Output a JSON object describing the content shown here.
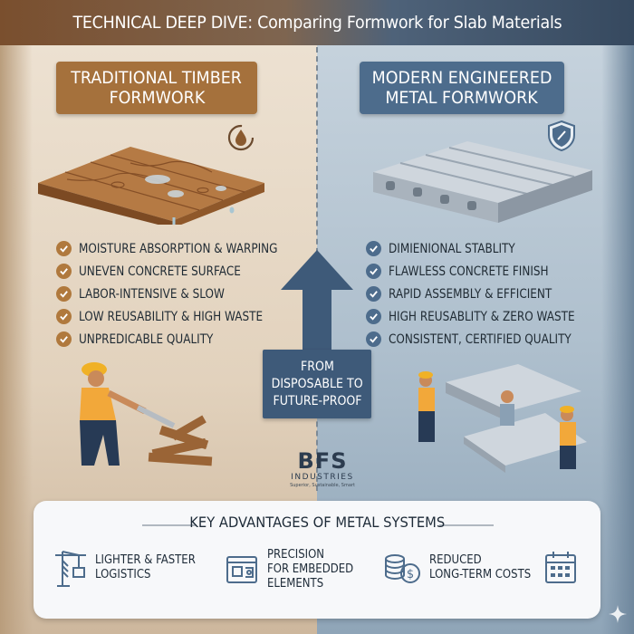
{
  "title": "TECHNICAL DEEP DIVE: Comparing Formwork for Slab Materials",
  "left": {
    "heading_line1": "TRADITIONAL TIMBER",
    "heading_line2": "FORMWORK",
    "items": [
      "MOISTURE ABSORPTION & WARPING",
      "UNEVEN CONCRETE SURFACE",
      "LABOR-INTENSIVE & SLOW",
      "LOW REUSABILITY & HIGH WASTE",
      "UNPREDICABLE QUALITY"
    ]
  },
  "right": {
    "heading_line1": "MODERN ENGINEERED",
    "heading_line2": "METAL FORMWORK",
    "items": [
      "DIMIENIONAL STABLITY",
      "FLAWLESS CONCRETE FINISH",
      "RAPID ASSEMBLY & EFFICIENT",
      "HIGH REUSABLITY & ZERO WASTE",
      "CONSISTENT, CERTIFIED QUALITY"
    ]
  },
  "arrow_label": {
    "line1": "FROM",
    "line2": "DISPOSABLE TO",
    "line3": "FUTURE-PROOF"
  },
  "logo": {
    "mark": "BFS",
    "name": "INDUSTRIES",
    "tagline": "Superior, Sustainable, Smart"
  },
  "advantages": {
    "title": "KEY ADVANTAGES OF METAL SYSTEMS",
    "items": [
      {
        "line1": "LIGHTER & FASTER",
        "line2": "LOGISTICS",
        "line3": "",
        "icon": "crane-icon"
      },
      {
        "line1": "PRECISION",
        "line2": "FOR EMBEDDED",
        "line3": "ELEMENTS",
        "icon": "blueprint-icon"
      },
      {
        "line1": "REDUCED",
        "line2": "LONG-TERM COSTS",
        "line3": "",
        "icon": "coins-icon"
      },
      {
        "line1": "",
        "line2": "",
        "line3": "",
        "icon": "calendar-icon"
      }
    ]
  },
  "colors": {
    "timber_accent": "#a5713c",
    "metal_accent": "#4d6c8c",
    "arrow": "#3e5a79"
  }
}
